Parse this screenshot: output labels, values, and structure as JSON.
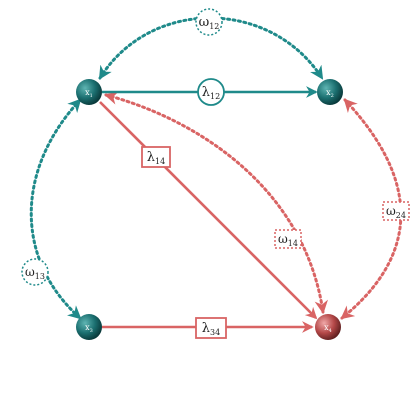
{
  "colors": {
    "teal": "#1f8a8a",
    "teal_dark": "#0d4f50",
    "red": "#d96464",
    "red_dark": "#8c3434",
    "background": "#ffffff"
  },
  "nodes": {
    "x1": {
      "name": "x",
      "sub": "1"
    },
    "x2": {
      "name": "x",
      "sub": "2"
    },
    "x3": {
      "name": "x",
      "sub": "3"
    },
    "x4": {
      "name": "x",
      "sub": "4"
    }
  },
  "edges": {
    "lambda12": {
      "sym": "λ",
      "sub": "12"
    },
    "lambda14": {
      "sym": "λ",
      "sub": "14"
    },
    "lambda34": {
      "sym": "λ",
      "sub": "34"
    },
    "omega12": {
      "sym": "ω",
      "sub": "12"
    },
    "omega13": {
      "sym": "ω",
      "sub": "13"
    },
    "omega14": {
      "sym": "ω",
      "sub": "14"
    },
    "omega24": {
      "sym": "ω",
      "sub": "24"
    }
  }
}
